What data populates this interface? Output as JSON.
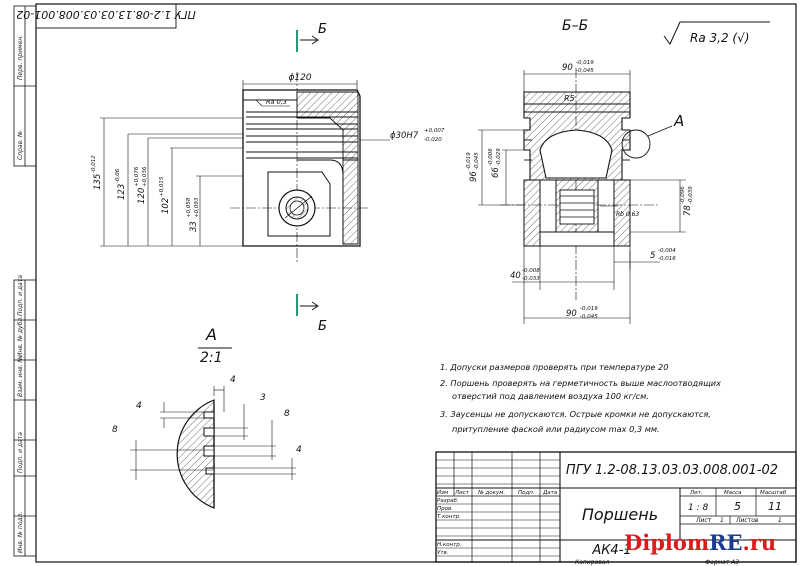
{
  "doc_code": "ПГУ 1.2-08.13.03.03.008.001-02",
  "doc_code_mirrored": "ПГУ 1.2-08.13.03.03.008.001-02",
  "part_name": "Поршень",
  "material": "АК4-1",
  "roughness": "Ra 3,2 (√)",
  "section_mark": "Б",
  "section_title": "Б–Б",
  "detail_letter": "А",
  "detail_title": "А",
  "detail_scale": "2:1",
  "dims": {
    "d120": "ϕ120",
    "ra03": "Ra 0,3",
    "d30": "ϕ30H7",
    "d30_tol_up": "+0,007",
    "d30_tol_low": "-0,020",
    "h135": "135",
    "h135_tol": "-0,012",
    "h123": "123",
    "h123_tol": "-0,06",
    "h120": "120",
    "h120_tol_up": "+0,076",
    "h120_tol_low": "+0,036",
    "h102": "102",
    "h102_tol": "+0,015",
    "h33": "33",
    "h33_tol_up": "+0,058",
    "h33_tol_low": "+0,093",
    "w90": "90",
    "w90_tol_up": "-0,019",
    "w90_tol_low": "-0,045",
    "r5": "R5",
    "h96": "96",
    "h96_tol_up": "-0,019",
    "h96_tol_low": "-0,045",
    "h66": "66",
    "h66_tol_up": "-0,006",
    "h66_tol_low": "-0,029",
    "h78": "78",
    "h78_tol_up": "-0,096",
    "h78_tol_low": "-0,039",
    "rb": "Rb 0,63",
    "w40": "40",
    "w40_tol_up": "-0,008",
    "w40_tol_low": "-0,033",
    "w5": "5",
    "w5_tol_up": "-0,004",
    "w5_tol_low": "-0,016",
    "w90b": "90",
    "w90b_tol_up": "-0,019",
    "w90b_tol_low": "-0,045",
    "a4a": "4",
    "a4b": "4",
    "a3": "3",
    "a8a": "8",
    "a8b": "8",
    "a4c": "4"
  },
  "notes": [
    "1. Допуски размеров проверять при температуре 20",
    "2. Поршень проверять на герметичность выше маслоотводящих",
    "отверстий под давлением воздуха 100 кг/см.",
    "3. Заусенцы не допускаются. Острые кромки не допускаются,",
    "притупление фаской или радиусом max 0,3 мм."
  ],
  "title_block": {
    "col_headers": [
      "Изм",
      "Лист",
      "№ докум.",
      "Подп.",
      "Дата"
    ],
    "rows": [
      "Разраб.",
      "Пров.",
      "Т.контр.",
      "",
      "Н.контр.",
      "Утв."
    ],
    "lit_header": "Лит.",
    "mass_header": "Масса",
    "scale_header": "Масштаб",
    "lit_value": "1 : 8",
    "mass_value": "5",
    "scale_value": "11",
    "sheet_label": "Лист",
    "sheet_value": "1",
    "sheets_label": "Листов",
    "sheets_value": "1",
    "copied": "Копировал",
    "format": "Формат  А3"
  },
  "side_stamp": [
    "Перв. примен.",
    "Справ. №",
    "Подп. и дата",
    "Инв. № дубл.",
    "Взам. инв. №",
    "Подп. и дата",
    "Инв. № подл."
  ],
  "watermark": {
    "part1": "Diplom",
    "part2": "RE",
    "part3": ".ru"
  },
  "colors": {
    "line": "#111111",
    "hatch": "#333333",
    "watermark_red": "#d81d1d",
    "watermark_blue": "#1a3c8f",
    "axis_green": "#0f8a6a"
  }
}
